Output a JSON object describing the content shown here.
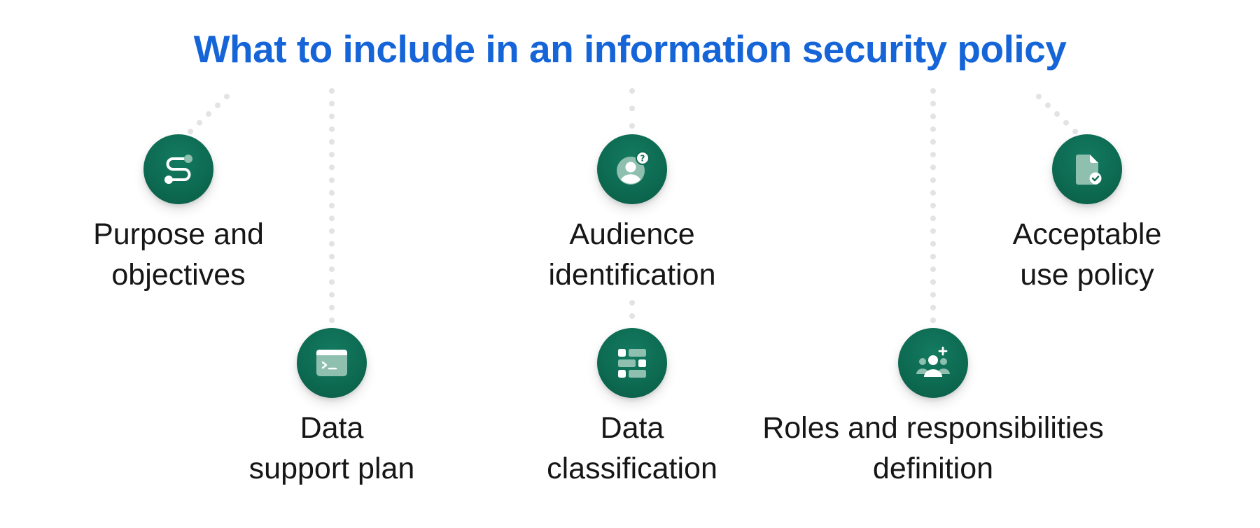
{
  "title": "What to include in an information security policy",
  "items": [
    {
      "id": "purpose",
      "line1": "Purpose and",
      "line2": "objectives",
      "icon": "path-route-icon"
    },
    {
      "id": "data-support",
      "line1": "Data",
      "line2": "support plan",
      "icon": "terminal-window-icon"
    },
    {
      "id": "audience",
      "line1": "Audience",
      "line2": "identification",
      "icon": "user-question-icon"
    },
    {
      "id": "data-classification",
      "line1": "Data",
      "line2": "classification",
      "icon": "grid-blocks-icon"
    },
    {
      "id": "roles",
      "line1": "Roles and responsibilities",
      "line2": "definition",
      "icon": "user-group-add-icon"
    },
    {
      "id": "acceptable-use",
      "line1": "Acceptable",
      "line2": "use policy",
      "icon": "document-check-icon"
    }
  ],
  "colors": {
    "title": "#1565d8",
    "node": "#0d6b52",
    "connector": "#e3e3e3",
    "text": "#161616"
  }
}
